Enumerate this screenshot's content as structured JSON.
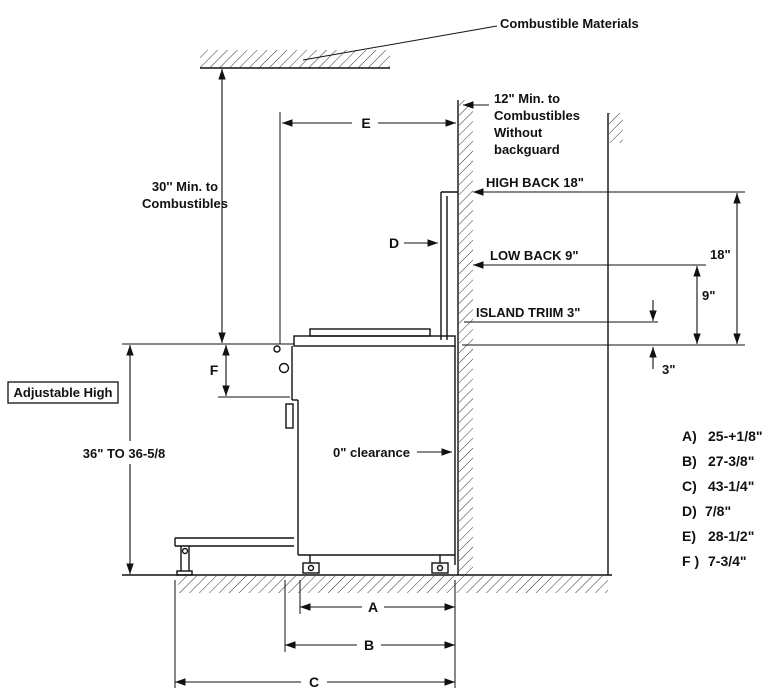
{
  "diagram": {
    "ceiling_label": "Combustible Materials",
    "wall_note": [
      "12\" Min. to",
      "Combustibles",
      "Without",
      "backguard"
    ],
    "min30": [
      "30'' Min. to",
      "Combustibles"
    ],
    "high_back_label": "HIGH BACK 18\"",
    "low_back_label": "LOW BACK 9\"",
    "island_trim_label": "ISLAND TRIIM 3\"",
    "dim_18": "18\"",
    "dim_9": "9\"",
    "dim_3": "3\"",
    "letter_a": "A",
    "letter_b": "B",
    "letter_c": "C",
    "letter_d": "D",
    "letter_e": "E",
    "letter_f": "F",
    "adjustable_high": "Adjustable High",
    "height_range": "36\" TO  36-5/8",
    "zero_clearance": "0\" clearance",
    "legend": [
      {
        "key": "A)",
        "value": "25-+1/8\""
      },
      {
        "key": "B)",
        "value": "27-3/8\""
      },
      {
        "key": "C)",
        "value": "43-1/4\""
      },
      {
        "key": "D)",
        "value": "7/8\""
      },
      {
        "key": "E)",
        "value": "28-1/2\""
      },
      {
        "key": "F )",
        "value": "7-3/4\""
      }
    ]
  }
}
